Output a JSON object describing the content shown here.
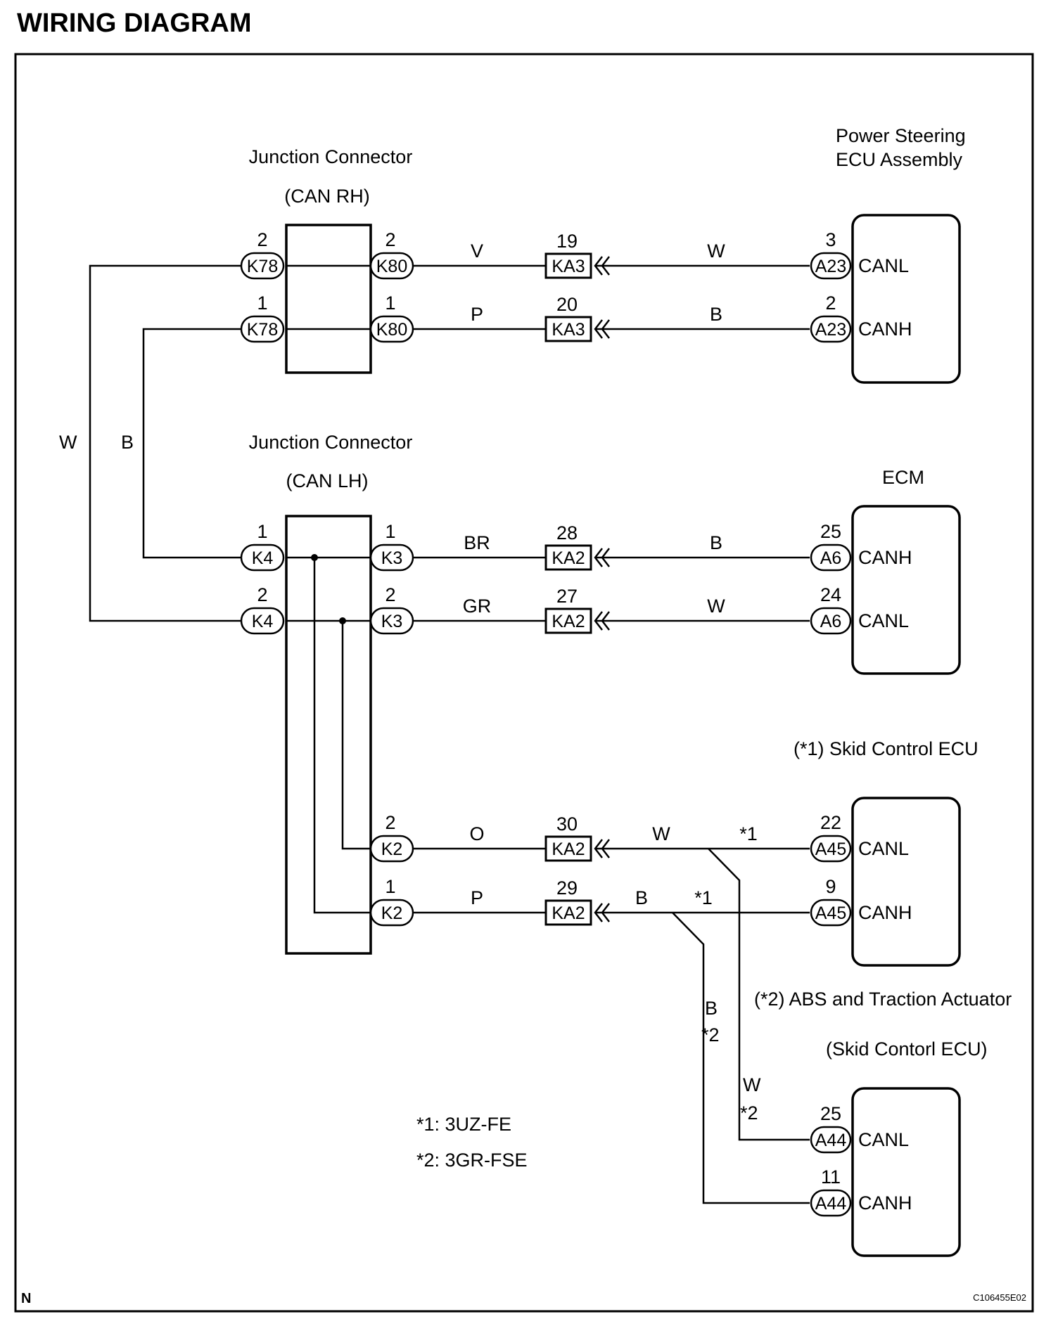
{
  "title": "WIRING DIAGRAM",
  "junction_rh": {
    "name": "Junction Connector",
    "sub": "(CAN RH)"
  },
  "junction_lh": {
    "name": "Junction Connector",
    "sub": "(CAN LH)"
  },
  "ps_ecu": {
    "line1": "Power Steering",
    "line2": "ECU Assembly"
  },
  "ecm": {
    "name": "ECM"
  },
  "skid_ecu": {
    "name": "(*1) Skid Control ECU"
  },
  "abs_actuator": {
    "line1": "(*2) ABS and Traction Actuator",
    "line2": "(Skid Contorl ECU)"
  },
  "notes": {
    "n1": "*1: 3UZ-FE",
    "n2": "*2: 3GR-FSE"
  },
  "footer": {
    "left": "N",
    "right": "C106455E02"
  },
  "rows": [
    {
      "left_pin": "2",
      "left_conn": "K78",
      "right_pin": "2",
      "right_conn": "K80",
      "wire_left": "V",
      "mid_pin": "19",
      "mid_conn": "KA3",
      "wire_right": "W",
      "ecu_pin": "3",
      "ecu_conn": "A23",
      "signal": "CANL"
    },
    {
      "left_pin": "1",
      "left_conn": "K78",
      "right_pin": "1",
      "right_conn": "K80",
      "wire_left": "P",
      "mid_pin": "20",
      "mid_conn": "KA3",
      "wire_right": "B",
      "ecu_pin": "2",
      "ecu_conn": "A23",
      "signal": "CANH"
    },
    {
      "left_pin": "1",
      "left_conn": "K4",
      "right_pin": "1",
      "right_conn": "K3",
      "wire_left": "BR",
      "mid_pin": "28",
      "mid_conn": "KA2",
      "wire_right": "B",
      "ecu_pin": "25",
      "ecu_conn": "A6",
      "signal": "CANH"
    },
    {
      "left_pin": "2",
      "left_conn": "K4",
      "right_pin": "2",
      "right_conn": "K3",
      "wire_left": "GR",
      "mid_pin": "27",
      "mid_conn": "KA2",
      "wire_right": "W",
      "ecu_pin": "24",
      "ecu_conn": "A6",
      "signal": "CANL"
    },
    {
      "right_pin": "2",
      "right_conn": "K2",
      "wire_left": "O",
      "mid_pin": "30",
      "mid_conn": "KA2",
      "wire_right": "W",
      "wire_note": "*1",
      "ecu_pin": "22",
      "ecu_conn": "A45",
      "signal": "CANL"
    },
    {
      "right_pin": "1",
      "right_conn": "K2",
      "wire_left": "P",
      "mid_pin": "29",
      "mid_conn": "KA2",
      "wire_right": "B",
      "wire_note": "*1",
      "ecu_pin": "9",
      "ecu_conn": "A45",
      "signal": "CANH"
    }
  ],
  "trunk": {
    "w_label": "W",
    "b_label": "B"
  },
  "branches": {
    "b": {
      "color": "B",
      "note": "*2"
    },
    "w": {
      "color": "W",
      "note": "*2"
    }
  },
  "abs_rows": [
    {
      "ecu_pin": "25",
      "ecu_conn": "A44",
      "signal": "CANL"
    },
    {
      "ecu_pin": "11",
      "ecu_conn": "A44",
      "signal": "CANH"
    }
  ]
}
